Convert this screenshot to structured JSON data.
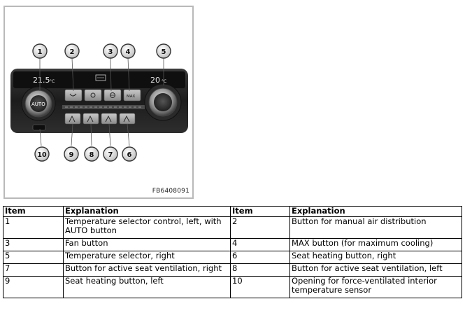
{
  "figure": {
    "code": "FB6408091",
    "display_left": "21.5",
    "display_left_unit": "°C",
    "display_right": "20",
    "display_right_unit": "°C",
    "auto_label": "AUTO",
    "max_label": "MAX",
    "callouts": [
      "1",
      "2",
      "3",
      "4",
      "5",
      "10",
      "9",
      "8",
      "7",
      "6"
    ]
  },
  "table": {
    "headers": [
      "Item",
      "Explanation",
      "Item",
      "Explanation"
    ],
    "rows": [
      {
        "item_a": "1",
        "exp_a": "Temperature selector control, left, with AUTO button",
        "item_b": "2",
        "exp_b": "Button for manual air distribution"
      },
      {
        "item_a": "3",
        "exp_a": "Fan button",
        "item_b": "4",
        "exp_b": "MAX button (for maximum cooling)"
      },
      {
        "item_a": "5",
        "exp_a": "Temperature selector, right",
        "item_b": "6",
        "exp_b": "Seat heating button, right"
      },
      {
        "item_a": "7",
        "exp_a": "Button for active seat ventilation, right",
        "item_b": "8",
        "exp_b": "Button for active seat ventilation, left"
      },
      {
        "item_a": "9",
        "exp_a": "Seat heating button, left",
        "item_b": "10",
        "exp_b": "Opening for force-ventilated interior temperature sensor"
      }
    ]
  }
}
